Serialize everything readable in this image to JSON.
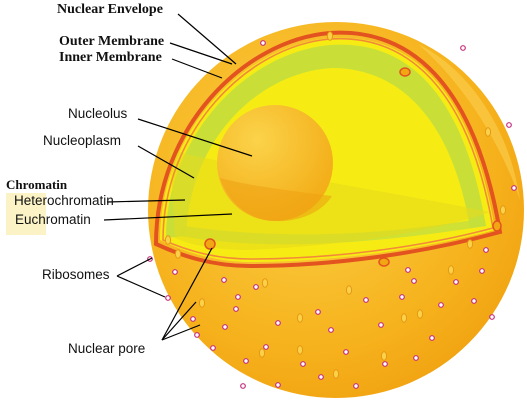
{
  "labels": {
    "nuclear_envelope": "Nuclear Envelope",
    "outer_membrane": "Outer Membrane",
    "inner_membrane": "Inner Membrane",
    "nucleolus": "Nucleolus",
    "nucleoplasm": "Nucleoplasm",
    "chromatin": "Chromatin",
    "heterochromatin": "Heterochromatin",
    "euchromatin": "Euchromatin",
    "ribosomes": "Ribosomes",
    "nuclear_pore": "Nuclear pore"
  },
  "colors": {
    "outer_body": "#f6b21c",
    "outer_body_light": "#fbc840",
    "membrane": "#e2531f",
    "nucleoplasm": "#f6ec14",
    "chromatin_green": "#c4de3c",
    "nucleolus": "#f7b81f",
    "ribosome_fill": "#ffffff",
    "ribosome_stroke": "#c52f80",
    "pore_fill": "#f2a612",
    "leader_line": "#000000"
  }
}
